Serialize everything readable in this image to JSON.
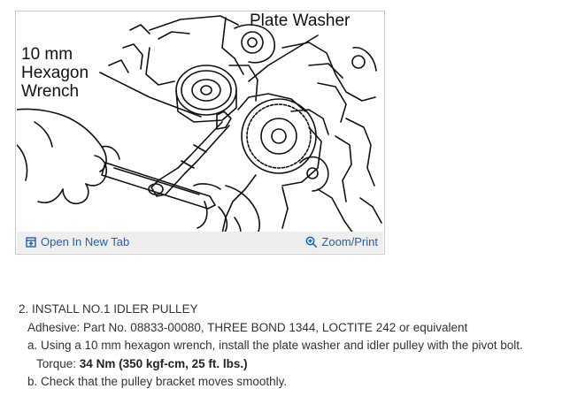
{
  "figure": {
    "callouts": {
      "plate_washer": "Plate Washer",
      "wrench_line1": "10 mm",
      "wrench_line2": "Hexagon",
      "wrench_line3": "Wrench"
    },
    "toolbar": {
      "open_new_tab": "Open In New Tab",
      "zoom_print": "Zoom/Print",
      "link_color": "#1f5fae"
    }
  },
  "procedure": {
    "step_heading": "2. INSTALL NO.1 IDLER PULLEY",
    "adhesive": "Adhesive: Part No. 08833-00080, THREE BOND 1344, LOCTITE 242 or equivalent",
    "sub_a": "a. Using a 10 mm hexagon wrench, install the plate washer and idler pulley with the pivot bolt.",
    "torque_label": "Torque:",
    "torque_value": "34 Nm (350 kgf-cm, 25 ft. lbs.)",
    "sub_b": "b. Check that the pulley bracket moves smoothly."
  }
}
